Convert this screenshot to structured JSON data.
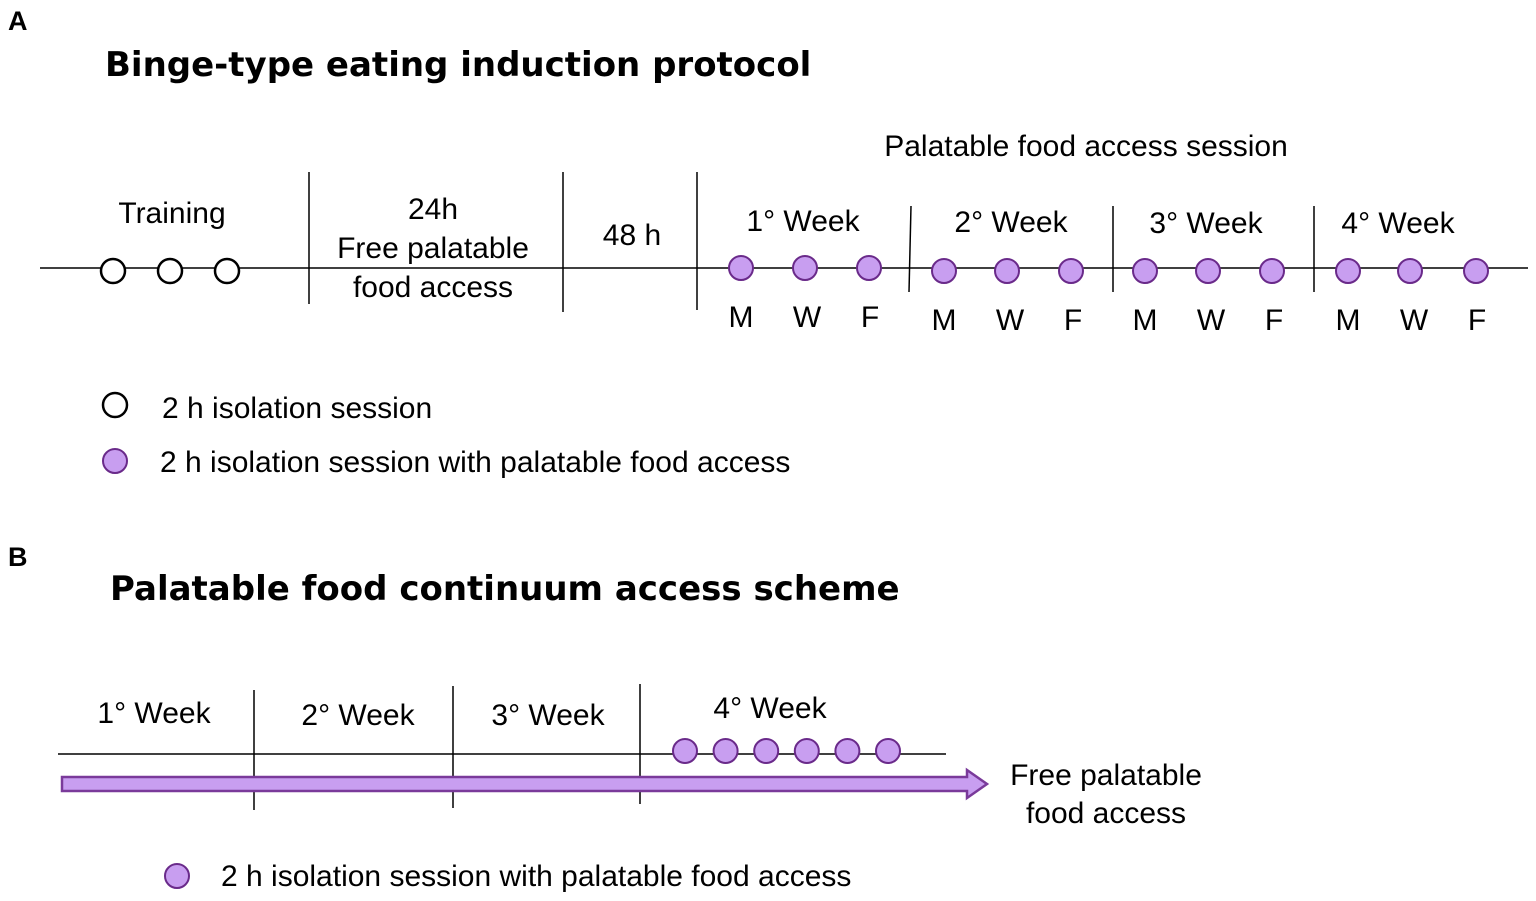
{
  "colors": {
    "session_fill": "#c89ef0",
    "session_stroke": "#6a2a8a",
    "arrow_fill": "#c89ef0",
    "arrow_stroke": "#7a3a9a"
  },
  "panelA": {
    "letter": "A",
    "title": "Binge-type eating induction protocol",
    "header": "Palatable food access session",
    "training": "Training",
    "free_lines": [
      "24h",
      "Free palatable",
      "food access"
    ],
    "h48": "48 h",
    "weeks": [
      {
        "label": "1° Week",
        "days": [
          "M",
          "W",
          "F"
        ]
      },
      {
        "label": "2° Week",
        "days": [
          "M",
          "W",
          "F"
        ]
      },
      {
        "label": "3° Week",
        "days": [
          "M",
          "W",
          "F"
        ]
      },
      {
        "label": "4° Week",
        "days": [
          "M",
          "W",
          "F"
        ]
      }
    ],
    "legend_open": "2 h isolation session",
    "legend_filled": "2 h isolation session with palatable food access"
  },
  "panelB": {
    "letter": "B",
    "title": "Palatable food continuum access scheme",
    "weeks": [
      "1° Week",
      "2° Week",
      "3° Week",
      "4° Week"
    ],
    "arrow_lines": [
      "Free palatable",
      "food access"
    ],
    "week4_session_count": 6,
    "legend_filled": "2 h isolation session with palatable food access"
  }
}
